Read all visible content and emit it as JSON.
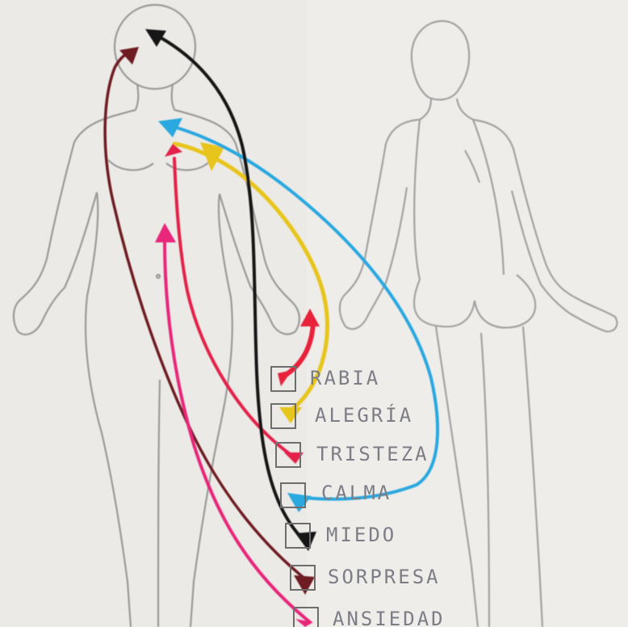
{
  "paper_color": "#ebeae6",
  "outline_color": "#9a9a9a",
  "legend": [
    {
      "label": "RABIA",
      "color": "#e8203a"
    },
    {
      "label": "ALEGRÍA",
      "color": "#e8c51f"
    },
    {
      "label": "TRISTEZA",
      "color": "#e42348"
    },
    {
      "label": "CALMA",
      "color": "#2aa8e0"
    },
    {
      "label": "MIEDO",
      "color": "#141414"
    },
    {
      "label": "SORPRESA",
      "color": "#6e1c22"
    },
    {
      "label": "ANSIEDAD",
      "color": "#e8257a"
    }
  ],
  "annotations": [
    {
      "emotion": "RABIA",
      "body_area": "abdomen (curled loop)"
    },
    {
      "emotion": "ALEGRÍA",
      "body_area": "chest"
    },
    {
      "emotion": "TRISTEZA",
      "body_area": "chest"
    },
    {
      "emotion": "CALMA",
      "body_area": "upper chest"
    },
    {
      "emotion": "MIEDO",
      "body_area": "head"
    },
    {
      "emotion": "SORPRESA",
      "body_area": "head"
    },
    {
      "emotion": "ANSIEDAD",
      "body_area": "belly"
    }
  ]
}
